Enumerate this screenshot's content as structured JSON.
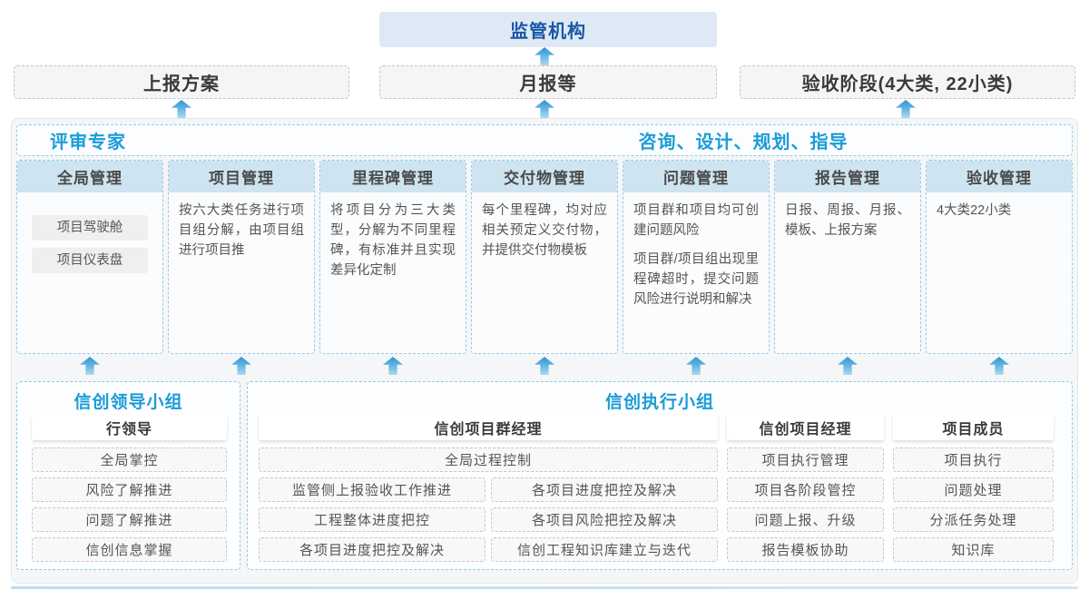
{
  "top": {
    "regulator": "监管机构",
    "channels": [
      "上报方案",
      "月报等",
      "验收阶段(4大类, 22小类)"
    ]
  },
  "panel": {
    "experts_label": "评审专家",
    "advisory_label": "咨询、设计、规划、指导",
    "columns": [
      {
        "title": "全局管理",
        "chips": [
          "项目驾驶舱",
          "项目仪表盘"
        ]
      },
      {
        "title": "项目管理",
        "paragraphs": [
          "按六大类任务进行项目组分解，由项目组进行项目推"
        ]
      },
      {
        "title": "里程碑管理",
        "paragraphs": [
          "将项目分为三大类型，分解为不同里程碑，有标准并且实现差异化定制"
        ]
      },
      {
        "title": "交付物管理",
        "paragraphs": [
          "每个里程碑，均对应相关预定义交付物，并提供交付物模板"
        ]
      },
      {
        "title": "问题管理",
        "paragraphs": [
          "项目群和项目均可创建问题风险",
          "项目群/项目组出现里程碑超时，提交问题风险进行说明和解决"
        ]
      },
      {
        "title": "报告管理",
        "paragraphs": [
          "日报、周报、月报、模板、上报方案"
        ]
      },
      {
        "title": "验收管理",
        "paragraphs": [
          "4大类22小类"
        ]
      }
    ]
  },
  "groups": {
    "leadership": {
      "title": "信创领导小组",
      "role": "行领导",
      "items": [
        "全局掌控",
        "风险了解推进",
        "问题了解推进",
        "信创信息掌握"
      ]
    },
    "execution": {
      "title": "信创执行小组",
      "program_manager": {
        "role": "信创项目群经理",
        "full_item": "全局过程控制",
        "left_items": [
          "监管侧上报验收工作推进",
          "工程整体进度把控",
          "各项目进度把控及解决"
        ],
        "right_items": [
          "各项目进度把控及解决",
          "各项目风险把控及解决",
          "信创工程知识库建立与迭代"
        ]
      },
      "project_manager": {
        "role": "信创项目经理",
        "items": [
          "项目执行管理",
          "项目各阶段管控",
          "问题上报、升级",
          "报告模板协助"
        ]
      },
      "members": {
        "role": "项目成员",
        "items": [
          "项目执行",
          "问题处理",
          "分派任务处理",
          "知识库"
        ]
      }
    }
  },
  "colors": {
    "accent_blue": "#1b9cd8",
    "dark_blue": "#1857a4",
    "header_fill": "#cfe4f1",
    "panel_fill": "#f4f6f7"
  }
}
